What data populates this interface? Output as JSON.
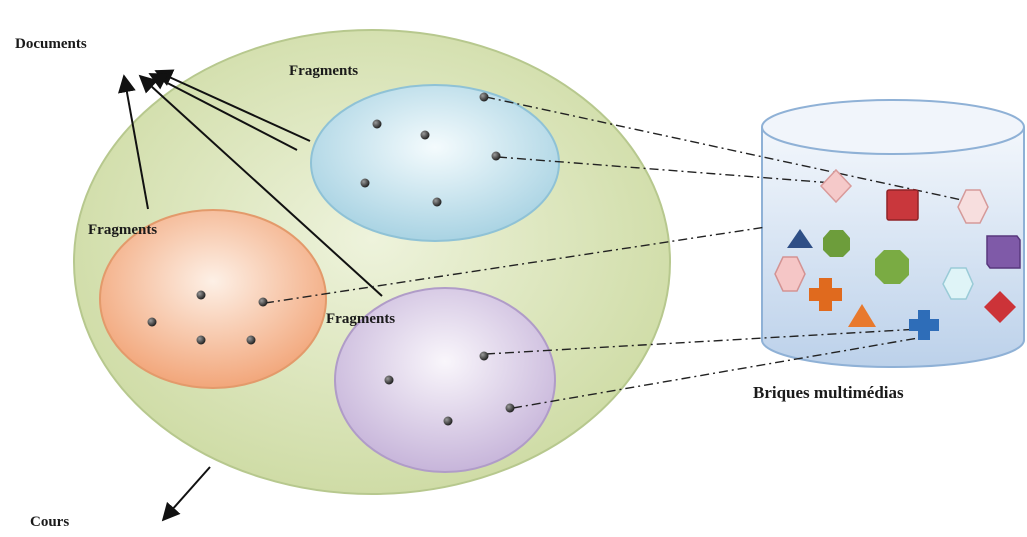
{
  "labels": {
    "documents": "Documents",
    "cours": "Cours",
    "fragments_top": "Fragments",
    "fragments_left": "Fragments",
    "fragments_bottom": "Fragments",
    "briques": "Briques multimédias"
  },
  "colors": {
    "cours_fill": "#d9e5b8",
    "cours_stroke": "#b7c88e",
    "frag_top_fill": "#d7ecf3",
    "frag_left_fill": "#f7c9a8",
    "frag_bottom_fill": "#ddd2e8",
    "cylinder_fill": "#dde9f5",
    "dot": "#3d3d3d",
    "line": "#111111"
  }
}
